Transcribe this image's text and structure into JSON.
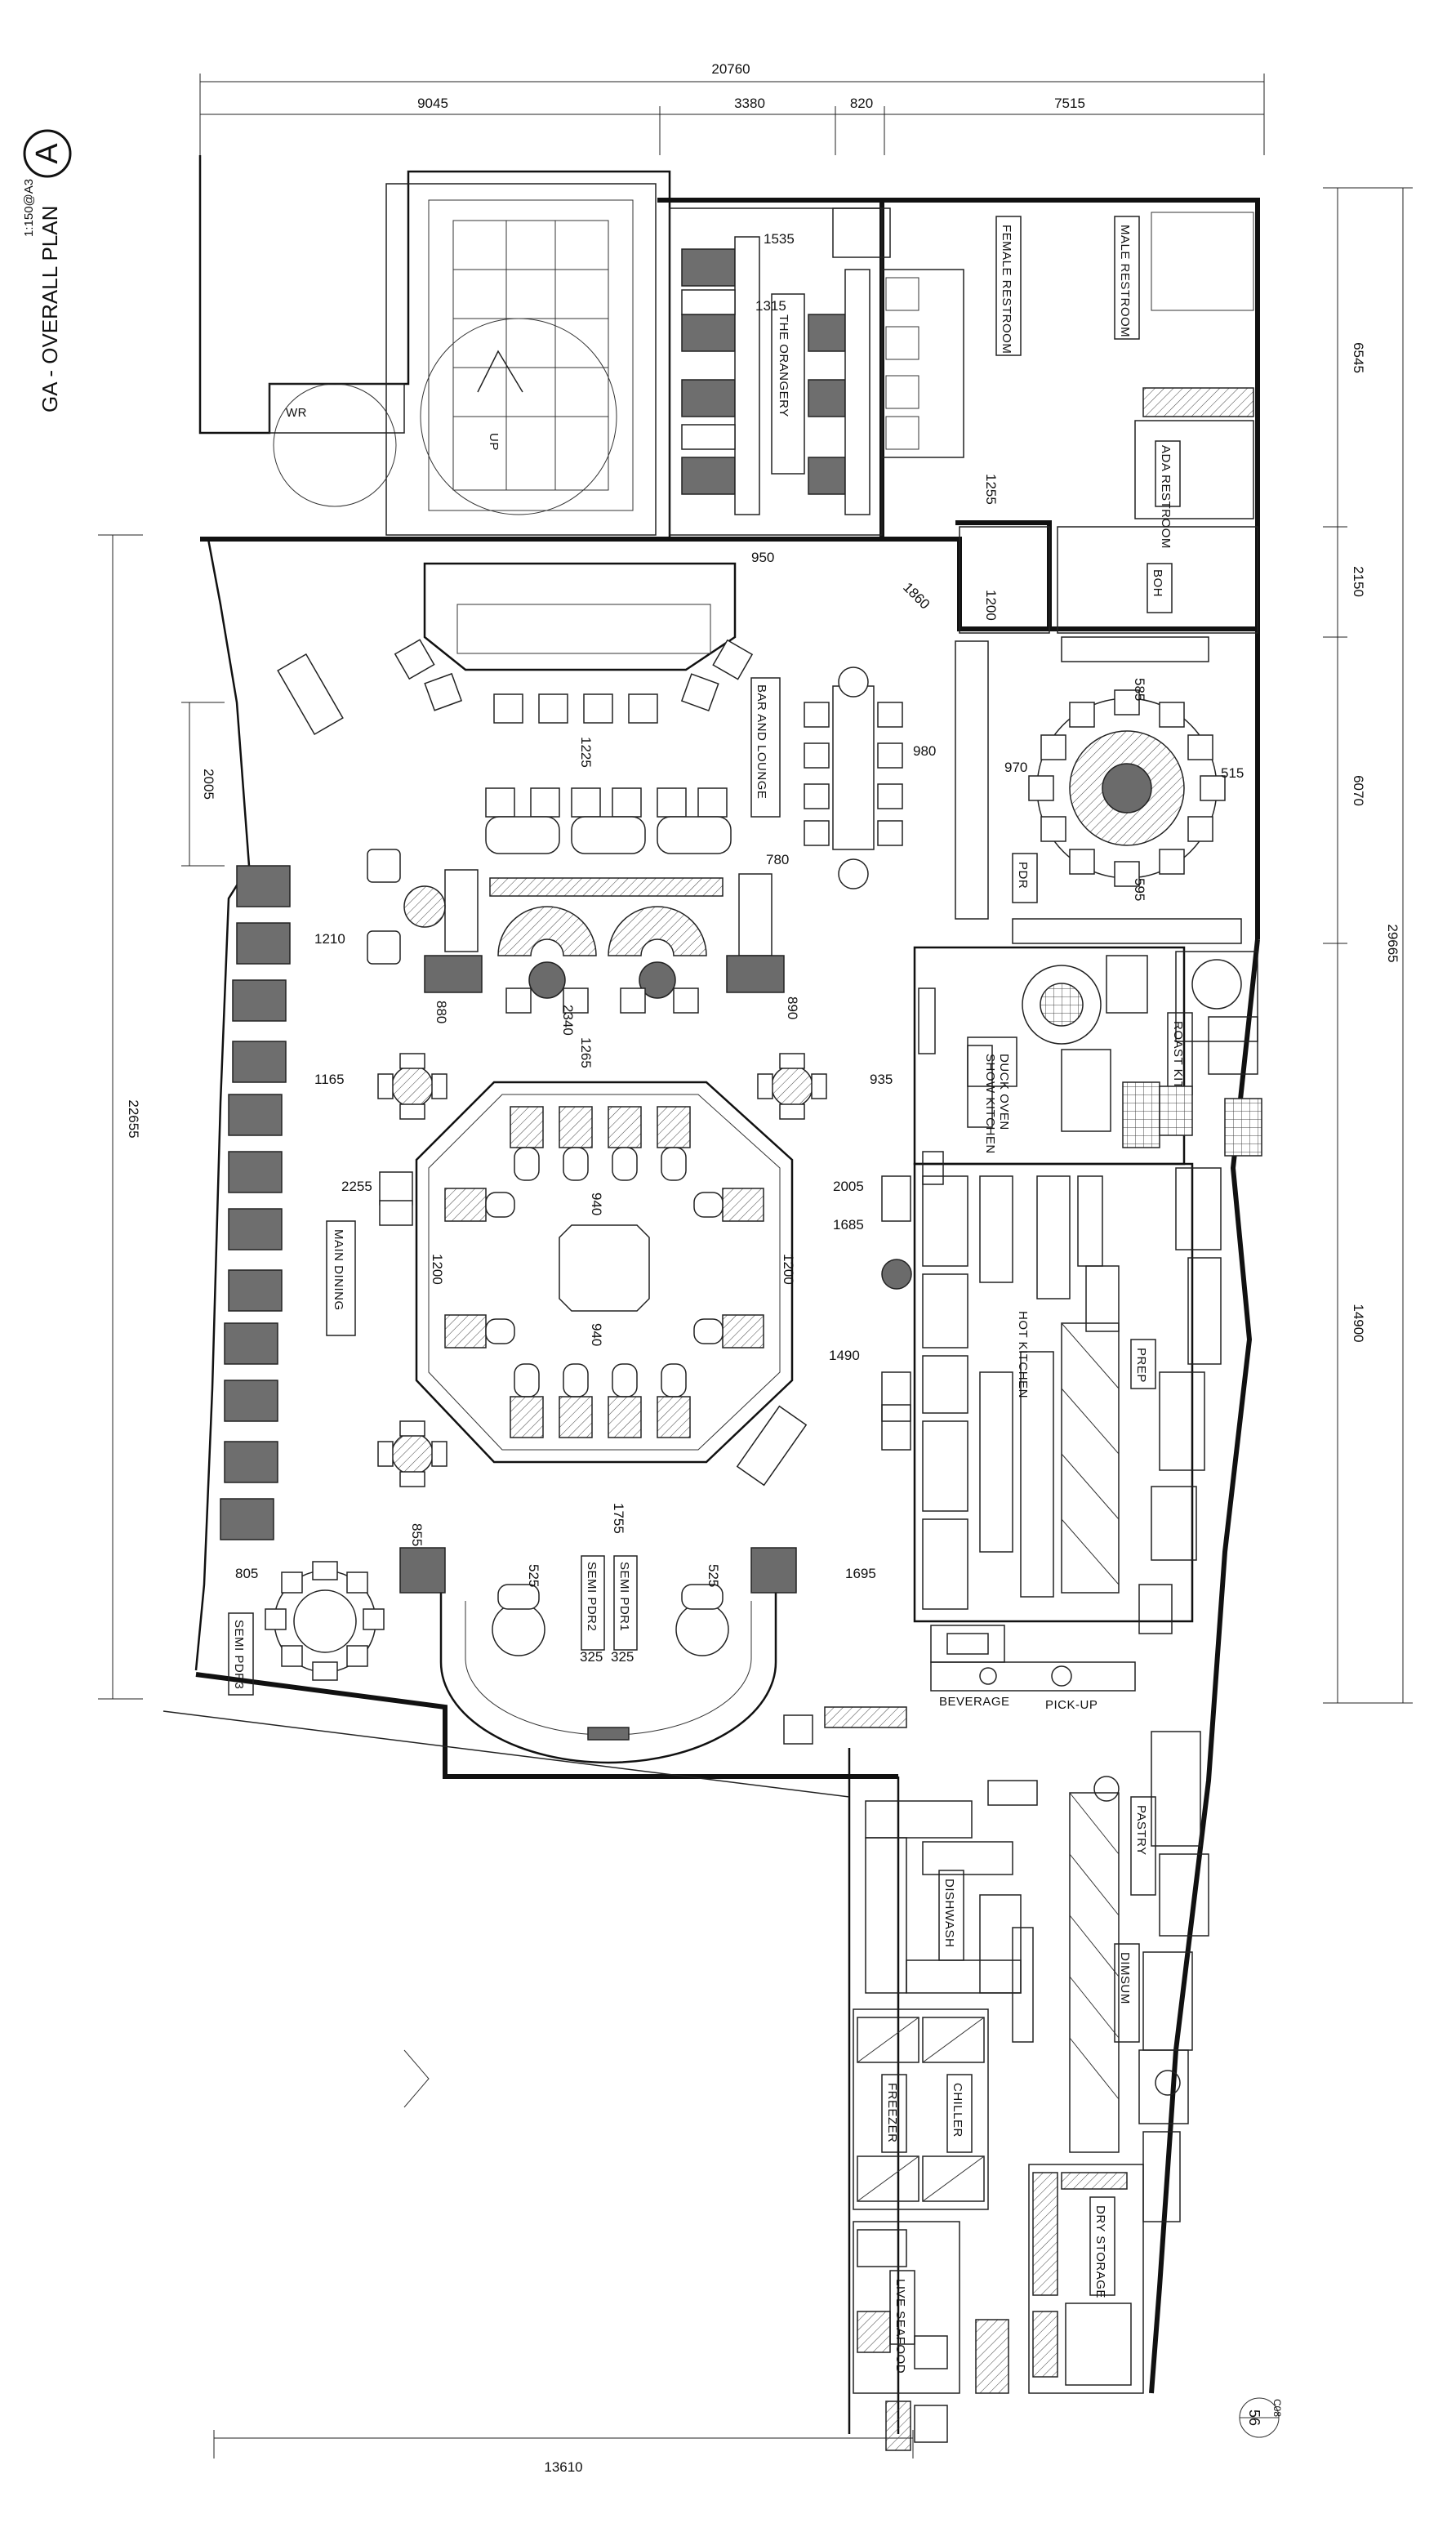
{
  "title": {
    "grid_letter": "A",
    "plan_title": "GA - OVERALL PLAN",
    "scale": "1:150@A3"
  },
  "overall_dims": {
    "top_total": "20760",
    "top_segments": [
      "9045",
      "3380",
      "820",
      "7515"
    ],
    "right_segments": [
      "6545",
      "2150",
      "6070",
      "14900"
    ],
    "right_total": "29665",
    "left_total": "22655",
    "left_small": "2005",
    "bottom": "13610"
  },
  "rooms": {
    "wr": "WR",
    "up": "UP",
    "orangery": "THE ORANGERY",
    "female_restroom": "FEMALE RESTROOM",
    "male_restroom": "MALE RESTROOM",
    "ada_restroom": "ADA RESTROOM",
    "boh": "BOH",
    "bar_lounge": "BAR AND LOUNGE",
    "pdr": "PDR",
    "duck_oven": "DUCK OVEN",
    "show_kitchen": "SHOW KITCHEN",
    "roast_kitchen": "ROAST KITCHEN",
    "main_dining": "MAIN DINING",
    "hot_kitchen": "HOT KITCHEN",
    "prep": "PREP",
    "semi_pdr1": "SEMI PDR1",
    "semi_pdr2": "SEMI PDR2",
    "semi_pdr3": "SEMI PDR3",
    "beverage": "BEVERAGE",
    "pick_up": "PICK-UP",
    "dishwash": "DISHWASH",
    "pastry": "PASTRY",
    "dimsum": "DIMSUM",
    "freezer": "FREEZER",
    "chiller": "CHILLER",
    "live_seafood": "LIVE SEAFOOD",
    "dry_storage": "DRY STORAGE"
  },
  "inner_dims": {
    "d1535": "1535",
    "d1315": "1315",
    "d950": "950",
    "d1255": "1255",
    "d1200a": "1200",
    "d1860": "1860",
    "d585": "585",
    "d515": "515",
    "d970": "970",
    "d980": "980",
    "d595": "595",
    "d1225": "1225",
    "d780": "780",
    "d1210": "1210",
    "d880": "880",
    "d2340": "2340",
    "d1265": "1265",
    "d890": "890",
    "d1165": "1165",
    "d935": "935",
    "d2255": "2255",
    "d2005b": "2005",
    "d1685": "1685",
    "d940a": "940",
    "d940b": "940",
    "d1200b": "1200",
    "d1200c": "1200",
    "d1490": "1490",
    "d855": "855",
    "d1755": "1755",
    "d805": "805",
    "d525a": "525",
    "d525b": "525",
    "d325a": "325",
    "d325b": "325",
    "d1695": "1695"
  },
  "drawing_ref": "C08",
  "drawing_no": "56"
}
